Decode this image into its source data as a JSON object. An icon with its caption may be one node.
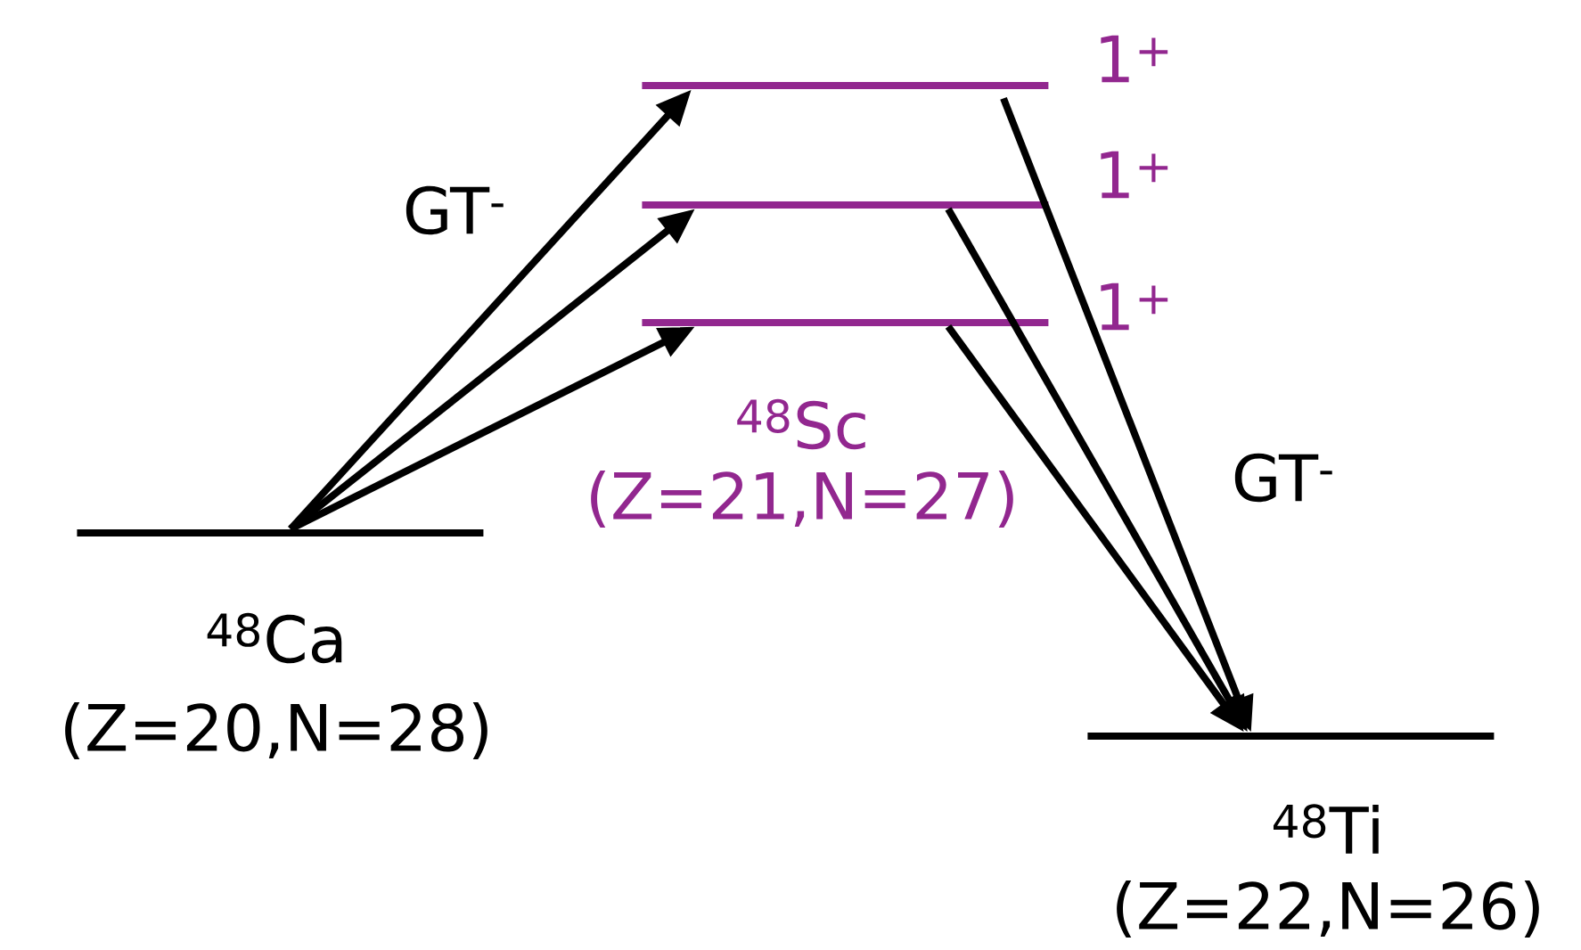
{
  "diagram": {
    "nodes": [
      {
        "text": [
          "$^{48}$Ca",
          "(Z=20,N=28)"
        ]
      },
      {
        "text": [],
        "shape": "bar",
        "beside": [
          "1$^{+}$"
        ]
      },
      {
        "text": [],
        "shape": "bar",
        "beside": [
          "1$^{+}$"
        ]
      },
      {
        "text": [],
        "shape": "bar",
        "beside": [
          "1$^{+}$"
        ]
      },
      {
        "text": [
          "$^{48}$Ti",
          "(Z=22,N=26)"
        ]
      }
    ],
    "edges": [
      {
        "from": 0,
        "to": 1,
        "arrow": "to"
      },
      {
        "from": 0,
        "to": 2,
        "arrow": "to"
      },
      {
        "from": 0,
        "to": 3,
        "arrow": "to"
      },
      {
        "from": 1,
        "to": 4,
        "arrow": "to"
      },
      {
        "from": 2,
        "to": 4,
        "arrow": "to"
      },
      {
        "from": 3,
        "to": 4,
        "arrow": "to"
      }
    ],
    "labels": [
      "GT$^{-}$",
      "$^{48}$Sc",
      "(Z=21,N=27)",
      "GT$^{-}$"
    ]
  }
}
